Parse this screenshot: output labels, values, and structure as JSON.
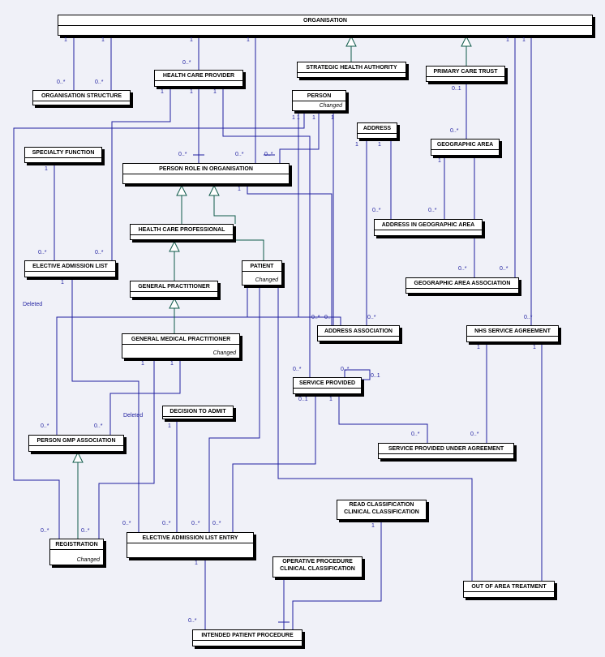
{
  "diagram": {
    "entities": {
      "organisation": "ORGANISATION",
      "organisation_structure": "ORGANISATION STRUCTURE",
      "health_care_provider": "HEALTH CARE PROVIDER",
      "strategic_health_authority": "STRATEGIC HEALTH AUTHORITY",
      "primary_care_trust": "PRIMARY CARE TRUST",
      "person": "PERSON",
      "person_note": "Changed",
      "address": "ADDRESS",
      "geographic_area": "GEOGRAPHIC AREA",
      "specialty_function": "SPECIALTY FUNCTION",
      "person_role_in_organisation": "PERSON ROLE IN ORGANISATION",
      "address_in_geographic_area": "ADDRESS IN GEOGRAPHIC AREA",
      "health_care_professional": "HEALTH CARE PROFESSIONAL",
      "elective_admission_list": "ELECTIVE ADMISSION LIST",
      "patient": "PATIENT",
      "patient_note": "Changed",
      "geographic_area_association": "GEOGRAPHIC AREA ASSOCIATION",
      "general_practitioner": "GENERAL PRACTITIONER",
      "address_association": "ADDRESS ASSOCIATION",
      "nhs_service_agreement": "NHS SERVICE AGREEMENT",
      "general_medical_practitioner": "GENERAL MEDICAL PRACTITIONER",
      "general_medical_practitioner_note": "Changed",
      "service_provided": "SERVICE PROVIDED",
      "decision_to_admit": "DECISION TO ADMIT",
      "person_gmp_association": "PERSON GMP ASSOCIATION",
      "service_provided_under_agreement": "SERVICE PROVIDED UNDER AGREEMENT",
      "read_classification_line1": "READ CLASSIFICATION",
      "read_classification_line2": "CLINICAL CLASSIFICATION",
      "registration": "REGISTRATION",
      "registration_note": "Changed",
      "elective_admission_list_entry": "ELECTIVE ADMISSION LIST ENTRY",
      "operative_procedure_line1": "OPERATIVE PROCEDURE",
      "operative_procedure_line2": "CLINICAL CLASSIFICATION",
      "out_of_area_treatment": "OUT OF AREA TREATMENT",
      "intended_patient_procedure": "INTENDED PATIENT PROCEDURE"
    },
    "annotations": {
      "deleted_left": "Deleted",
      "deleted_mid": "Deleted"
    },
    "multiplicities": [
      "1",
      "1",
      "1",
      "1",
      "1",
      "1",
      "0..*",
      "0..*",
      "0..*",
      "1",
      "1",
      "1",
      "0..1",
      "0..*",
      "1 1",
      "1",
      "1",
      "1",
      "1",
      "1",
      "0..*",
      "0..*",
      "0..*",
      "1",
      "0..*",
      "0..*",
      "0..*",
      "0..*",
      "1",
      "0..*",
      "0..*",
      "0..*",
      "0..*",
      "0..",
      "0..*",
      "0..*",
      "1",
      "1",
      "1",
      "1",
      "1",
      "1",
      "0..*",
      "0..1",
      "0..1",
      "1",
      "0..*",
      "0..*",
      "1",
      "0..*",
      "0..*",
      "0..*",
      "0..*",
      "0..*",
      "1",
      "0..*",
      "0..*",
      "0..*",
      "0..*"
    ],
    "colors": {
      "line": "#1f1fa0",
      "generalization": "#0f5a4a",
      "background": "#f0f1f8"
    }
  }
}
